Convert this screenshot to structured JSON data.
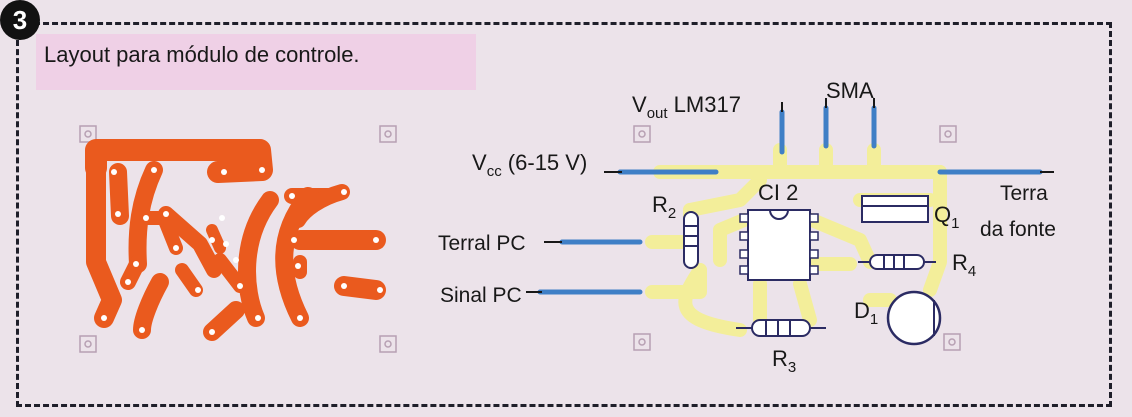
{
  "figure": {
    "number": "3",
    "caption": "Layout para módulo de controle."
  },
  "labels": {
    "vout_main": "V",
    "vout_sub": "out",
    "vout_rest": " LM317",
    "sma": "SMA",
    "vcc_main": "V",
    "vcc_sub": "cc",
    "vcc_rest": " (6-15 V)",
    "ci2": "CI 2",
    "r2_main": "R",
    "r2_sub": "2",
    "q1_main": "Q",
    "q1_sub": "1",
    "terra_line1": "Terra",
    "terra_line2": "da fonte",
    "terral_pc": "Terral PC",
    "sinal_pc": "Sinal PC",
    "r4_main": "R",
    "r4_sub": "4",
    "d1_main": "D",
    "d1_sub": "1",
    "r3_main": "R",
    "r3_sub": "3"
  },
  "colors": {
    "copper": "#ea5a1e",
    "wire": "#3f7fc6",
    "trace": "#f4ef96",
    "outline": "#2b2b63",
    "frame": "#1f1f2a"
  }
}
